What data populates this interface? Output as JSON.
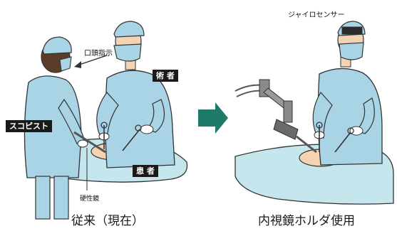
{
  "left_panel": {
    "oral_instruction": "口頭指示",
    "surgeon": "術 者",
    "scopist": "スコピスト",
    "patient": "患 者",
    "rigid_scope": "硬性鏡",
    "caption": "従来（現在）"
  },
  "right_panel": {
    "gyro_sensor": "ジャイロセンサー",
    "caption": "内視鏡ホルダ使用"
  },
  "colors": {
    "scrubs": "#a9d4e6",
    "outline": "#333333",
    "drape": "#c6e6ee",
    "skin": "#f3d3b3",
    "arrow": "#1f7a6a",
    "label_bg": "#1a1a1a"
  }
}
